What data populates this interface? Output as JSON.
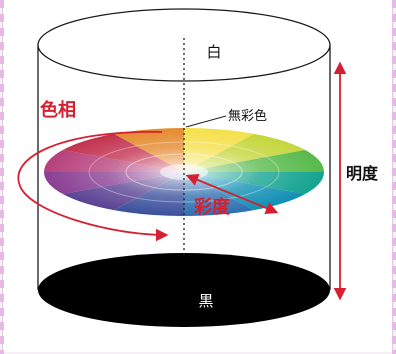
{
  "labels": {
    "white": "白",
    "black": "黒",
    "achromatic": "無彩色",
    "hue": "色相",
    "saturation": "彩度",
    "lightness": "明度"
  },
  "colors": {
    "label_red": "#d62031",
    "arrow_red": "#d62031",
    "axis": "#222222",
    "black_disk": "#000000"
  },
  "hue_wheel": {
    "segment_colors": [
      "#f5e04a",
      "#c5d63c",
      "#57b94a",
      "#12a38f",
      "#0f8fb4",
      "#2c6fb0",
      "#3a4f9c",
      "#5a4293",
      "#8a3f93",
      "#b6407c",
      "#c3324e",
      "#e58a2e"
    ]
  }
}
